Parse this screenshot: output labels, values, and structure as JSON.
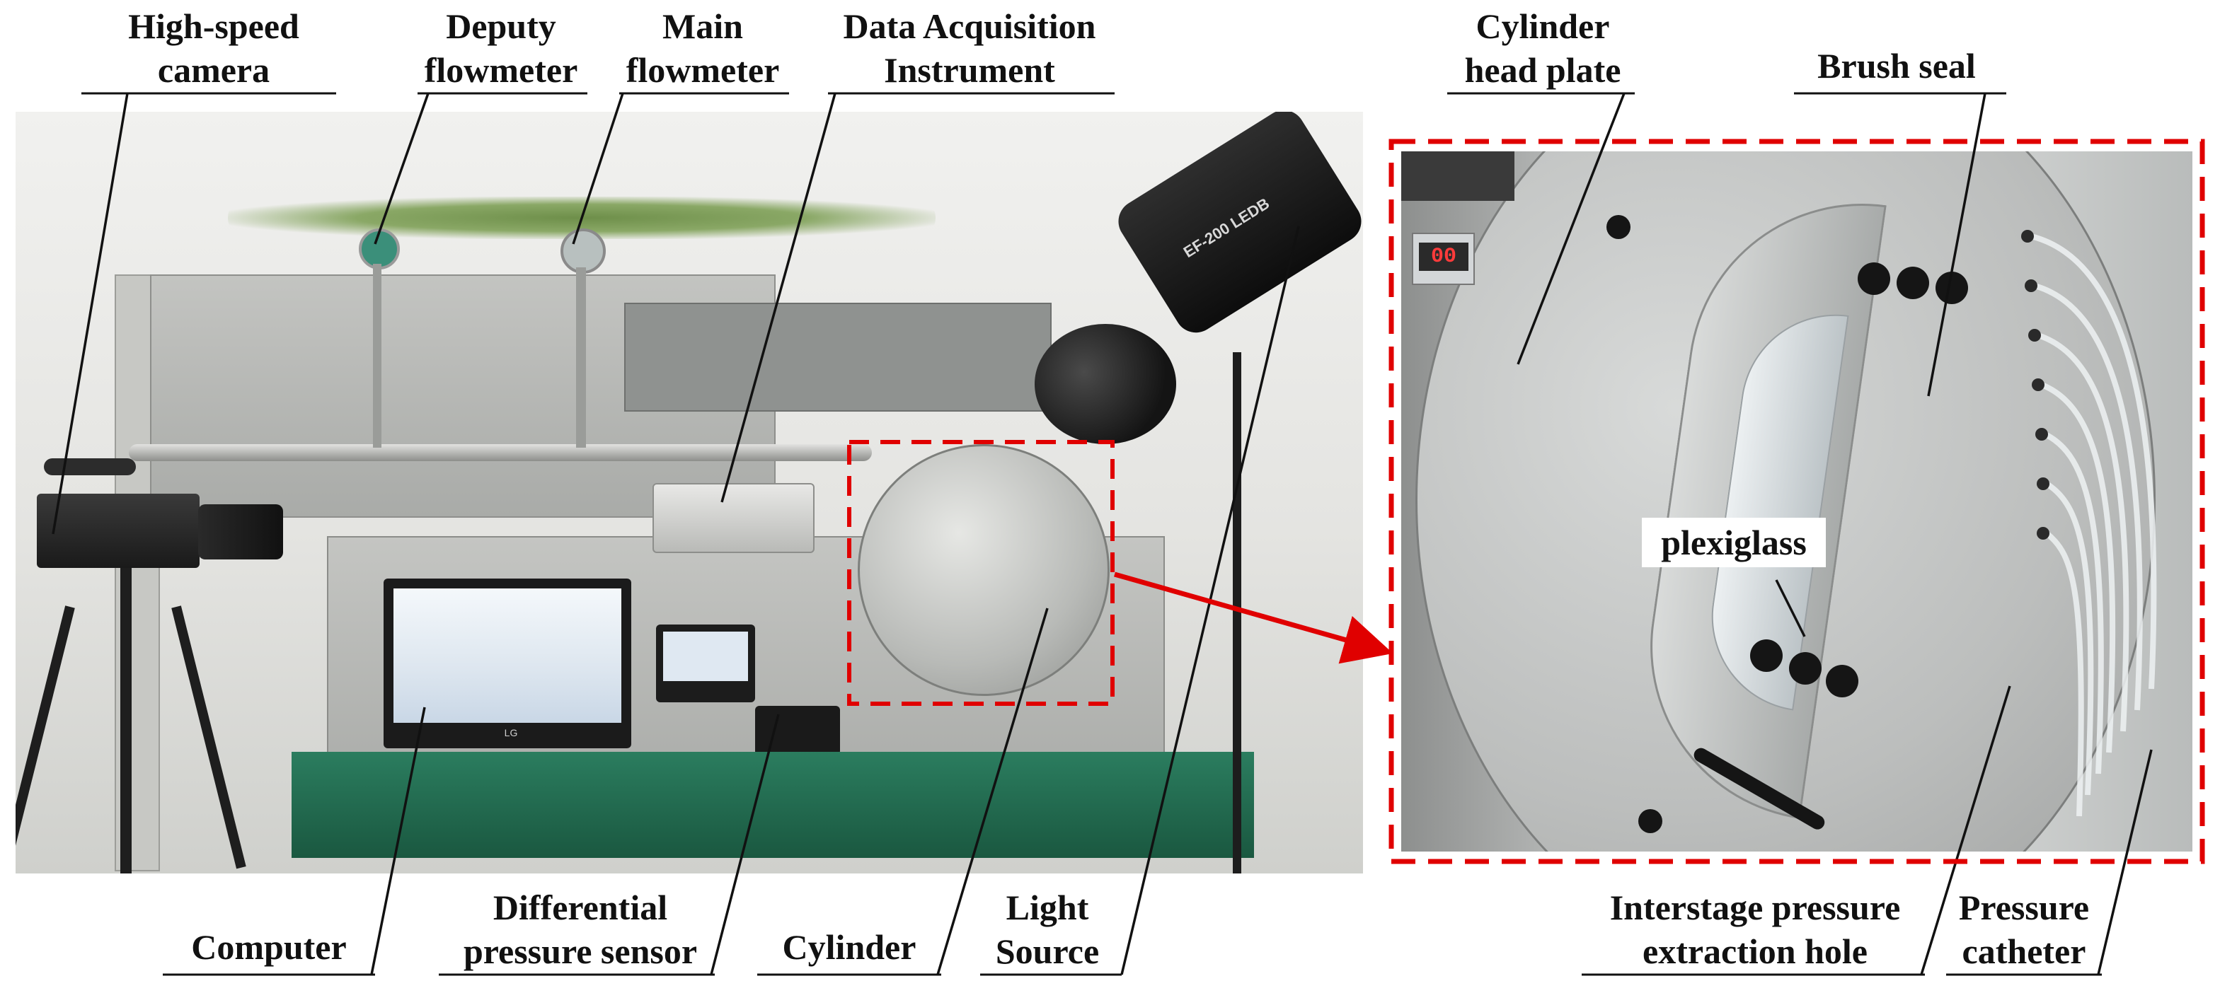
{
  "labels": {
    "high_speed_camera": [
      "High-speed",
      "camera"
    ],
    "deputy_flowmeter": [
      "Deputy",
      "flowmeter"
    ],
    "main_flowmeter": [
      "Main",
      "flowmeter"
    ],
    "data_acquisition": [
      "Data Acquisition",
      "Instrument"
    ],
    "cylinder_head_plate": [
      "Cylinder",
      "head plate"
    ],
    "brush_seal": [
      "Brush seal"
    ],
    "plexiglass": [
      "plexiglass"
    ],
    "computer": [
      "Computer"
    ],
    "differential_pressure_sensor": [
      "Differential",
      "pressure sensor"
    ],
    "cylinder": [
      "Cylinder"
    ],
    "light_source": [
      "Light",
      "Source"
    ],
    "interstage_hole": [
      "Interstage pressure",
      "extraction hole"
    ],
    "pressure_catheter": [
      "Pressure",
      "catheter"
    ]
  },
  "photo_text": {
    "lamp_brand": "EF-200 LEDB",
    "monitor_brand": "LG",
    "display_readout": "00"
  },
  "colors": {
    "callout_box": "#e00000",
    "arrow": "#e00000",
    "table": "#1f6b4f",
    "steel": "#b9bbb8",
    "label_text": "#111111"
  }
}
